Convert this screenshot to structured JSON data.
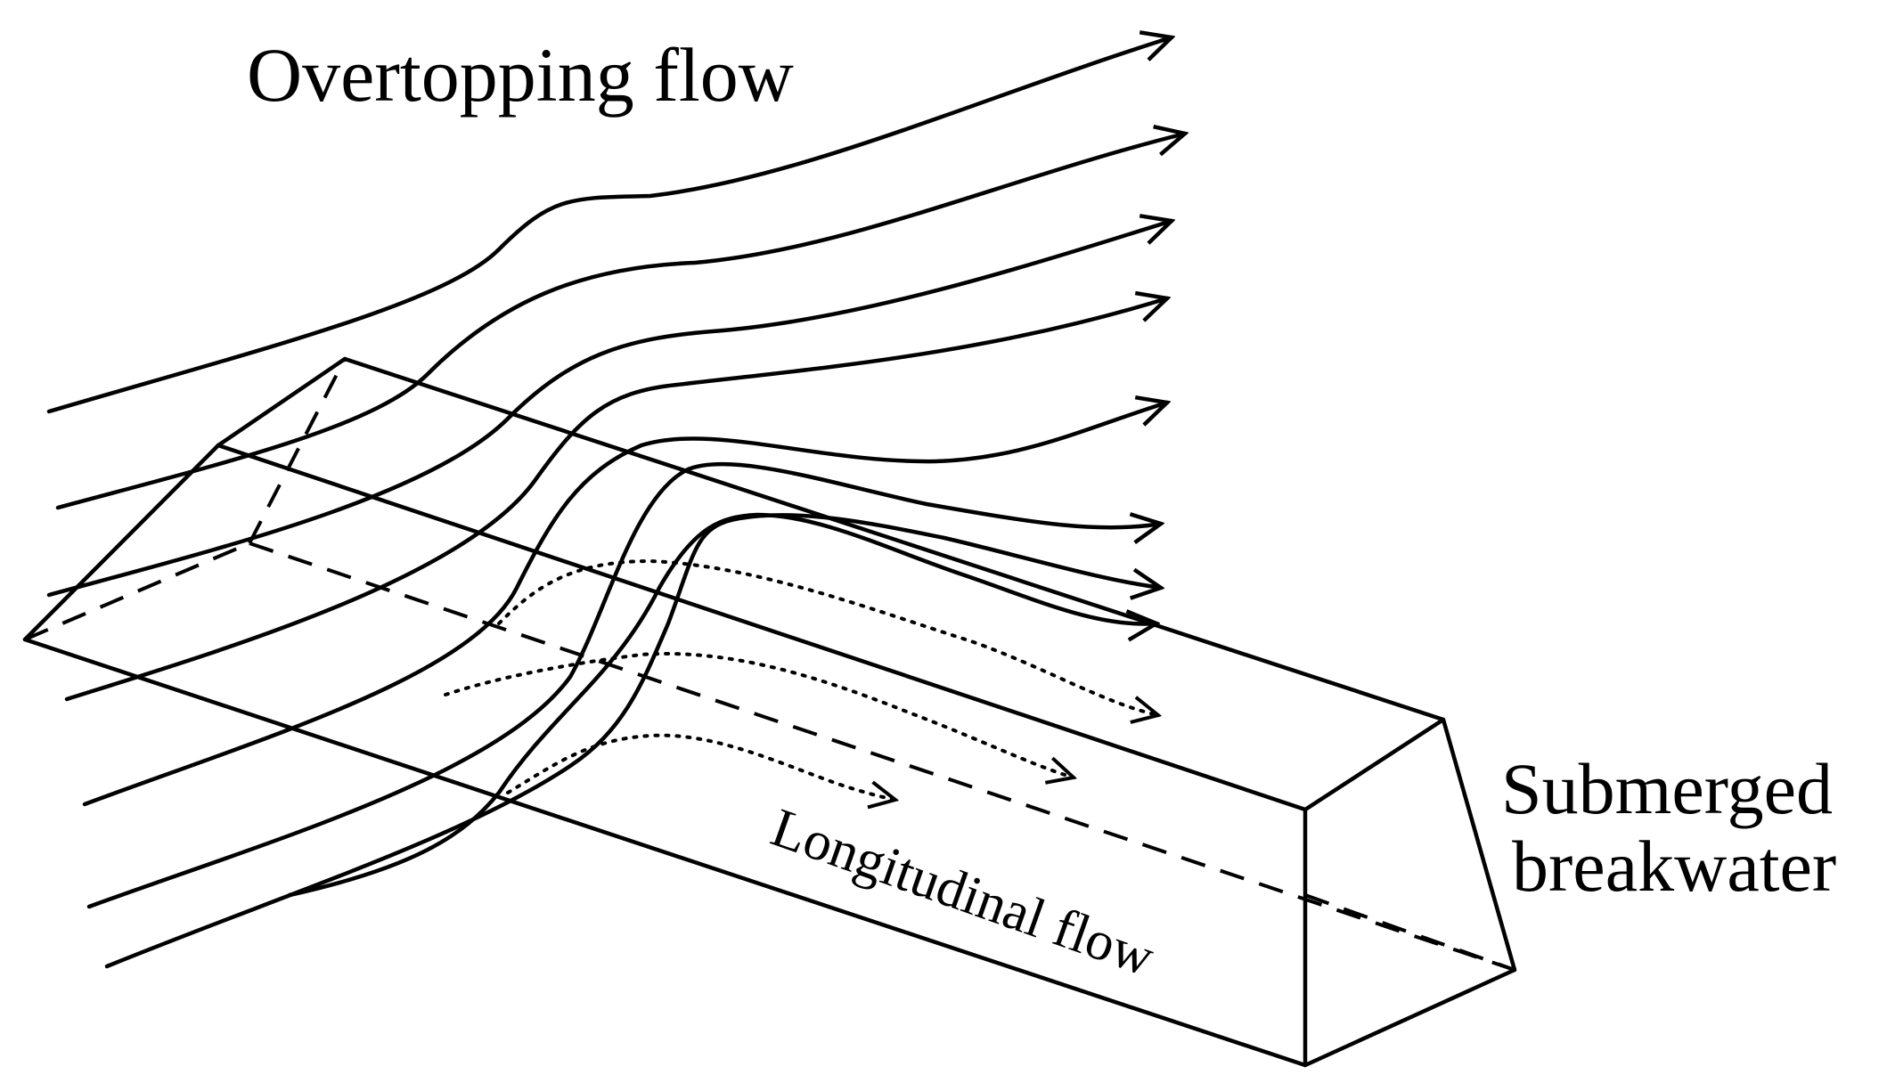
{
  "labels": {
    "overtopping_flow": "Overtopping flow",
    "submerged_breakwater_line1": "Submerged",
    "submerged_breakwater_line2": "breakwater",
    "longitudinal_flow": "Longitudinal flow"
  },
  "colors": {
    "ink": "#000000",
    "background": "#ffffff"
  }
}
